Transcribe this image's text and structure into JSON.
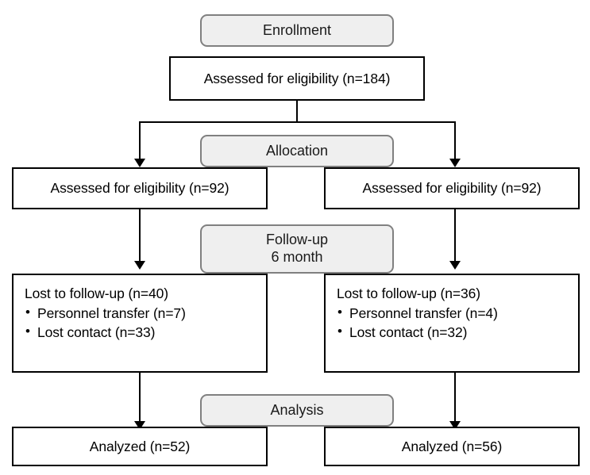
{
  "diagram": {
    "type": "consort-flow-diagram",
    "colors": {
      "stage_fill": "#efefef",
      "stage_border": "#808080",
      "box_border": "#000000",
      "background": "#ffffff",
      "text": "#000000"
    },
    "stages": [
      {
        "label": "Enrollment"
      },
      {
        "label": "Allocation"
      },
      {
        "label_line1": "Follow-up",
        "label_line2": "6 month"
      },
      {
        "label": "Analysis"
      }
    ],
    "enrollment": {
      "assessed": "Assessed for eligibility (n=184)"
    },
    "allocation": {
      "left": "Assessed for eligibility (n=92)",
      "right": "Assessed for eligibility (n=92)"
    },
    "followup": {
      "left": {
        "title": "Lost to follow-up (n=40)",
        "items": [
          "Personnel transfer (n=7)",
          "Lost contact (n=33)"
        ]
      },
      "right": {
        "title": "Lost to follow-up (n=36)",
        "items": [
          "Personnel transfer (n=4)",
          "Lost contact (n=32)"
        ]
      }
    },
    "analysis": {
      "left": "Analyzed (n=52)",
      "right": "Analyzed (n=56)"
    }
  }
}
